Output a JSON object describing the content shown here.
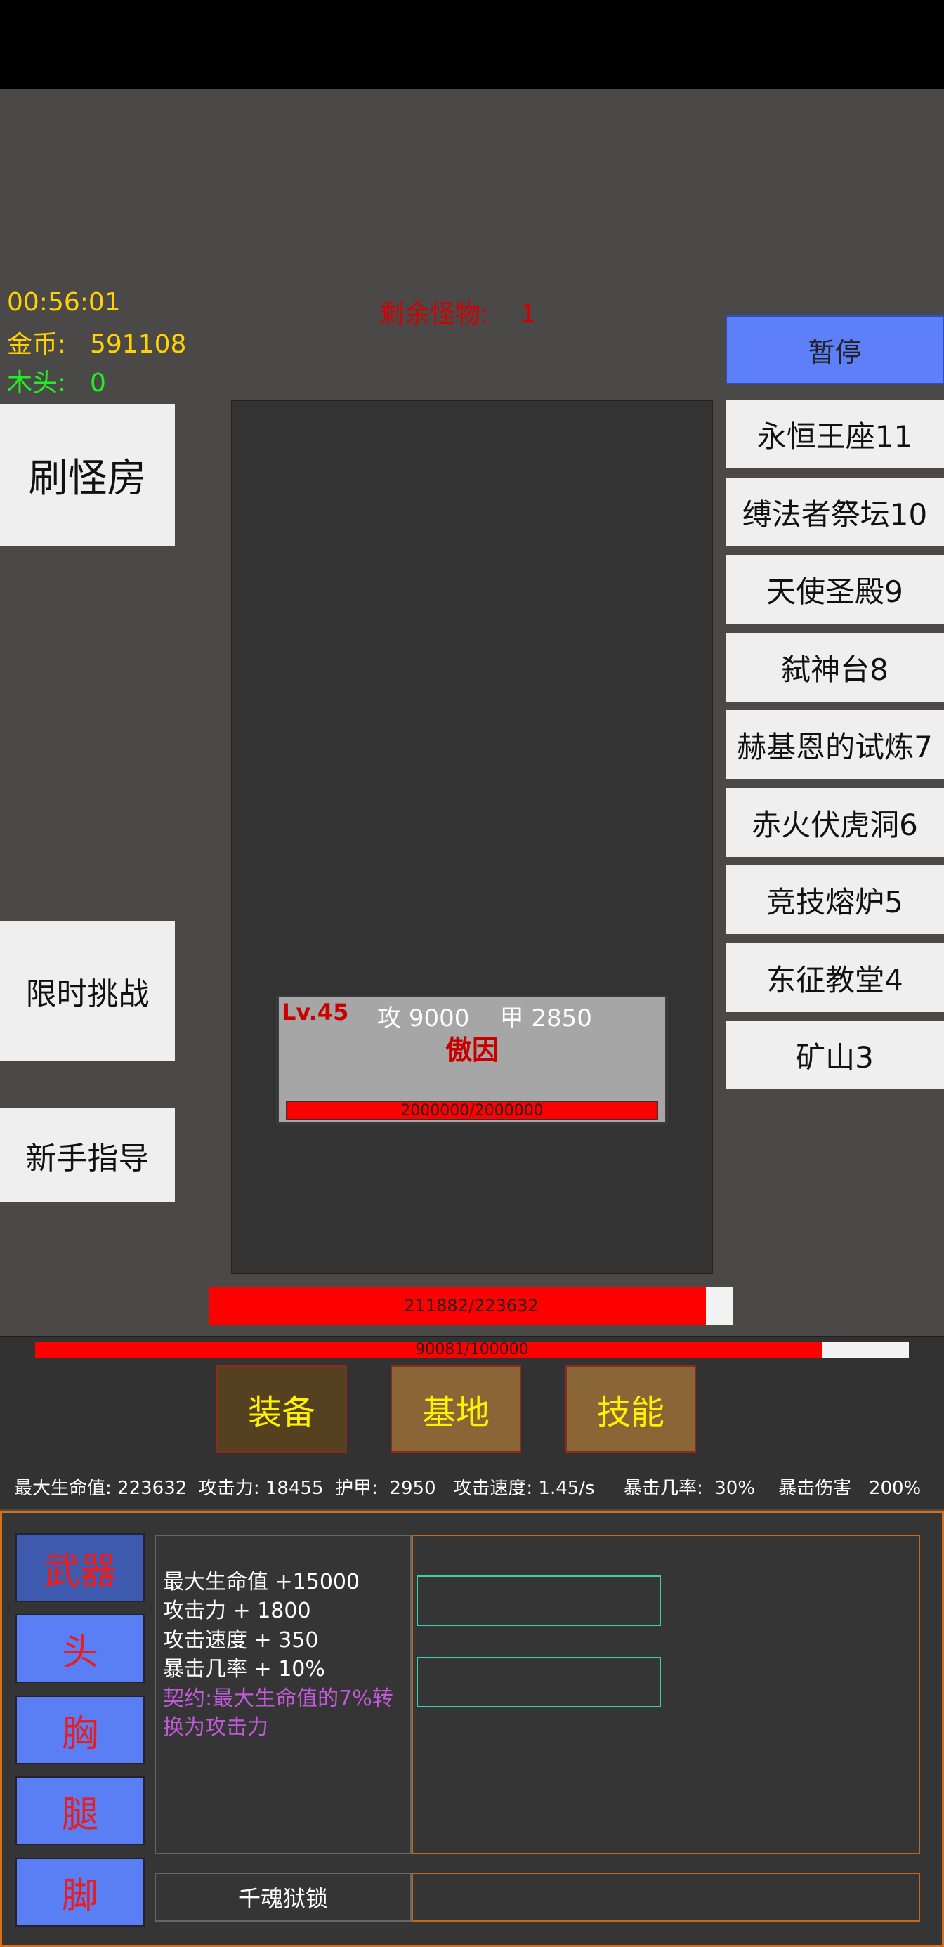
{
  "hud": {
    "timer": "00:56:01",
    "gold_label": "金币:",
    "gold_value": "591108",
    "wood_label": "木头:",
    "wood_value": "0",
    "remaining_label": "剩余怪物:",
    "remaining_value": "1"
  },
  "left_menu": {
    "monster_room": "刷怪房",
    "timed_challenge": "限时挑战",
    "tutorial": "新手指导"
  },
  "pause_label": "暂停",
  "dungeons": [
    "永恒王座11",
    "缚法者祭坛10",
    "天使圣殿9",
    "弑神台8",
    "赫基恩的试炼7",
    "赤火伏虎洞6",
    "竞技熔炉5",
    "东征教堂4",
    "矿山3"
  ],
  "monster": {
    "level": "Lv.45",
    "attack_label": "攻",
    "attack": "9000",
    "armor_label": "甲",
    "armor": "2850",
    "name": "傲因",
    "hp_text": "2000000/2000000",
    "hp_fraction": 1.0
  },
  "player": {
    "hp_text": "211882/223632",
    "hp_fraction": 0.9475,
    "exp_text": "90081/100000",
    "exp_fraction": 0.9008
  },
  "tabs": {
    "equipment": "装备",
    "base": "基地",
    "skills": "技能"
  },
  "stats": {
    "max_hp_label": "最大生命值:",
    "max_hp": "223632",
    "attack_label": "攻击力:",
    "attack": "18455",
    "armor_label": "护甲:",
    "armor": "2950",
    "speed_label": "攻击速度:",
    "speed": "1.45/s",
    "crit_rate_label": "暴击几率:",
    "crit_rate": "30%",
    "crit_dmg_label": "暴击伤害",
    "crit_dmg": "200%"
  },
  "slots": [
    "武器",
    "头",
    "胸",
    "腿",
    "脚"
  ],
  "equip_desc": {
    "line1": "最大生命值 +15000",
    "line2": "攻击力 + 1800",
    "line3": "攻击速度 + 350",
    "line4": "暴击几率 + 10%",
    "contract1": "契约:最大生命值的7%转",
    "contract2": "换为攻击力"
  },
  "equip_name": "千魂狱锁",
  "colors": {
    "accent_blue": "#5d7ff8",
    "hp_red": "#ff0000",
    "gold_yellow": "#ffd200",
    "wood_green": "#22ee22",
    "panel_orange": "#d7701a",
    "contract_purple": "#c05ad6"
  }
}
